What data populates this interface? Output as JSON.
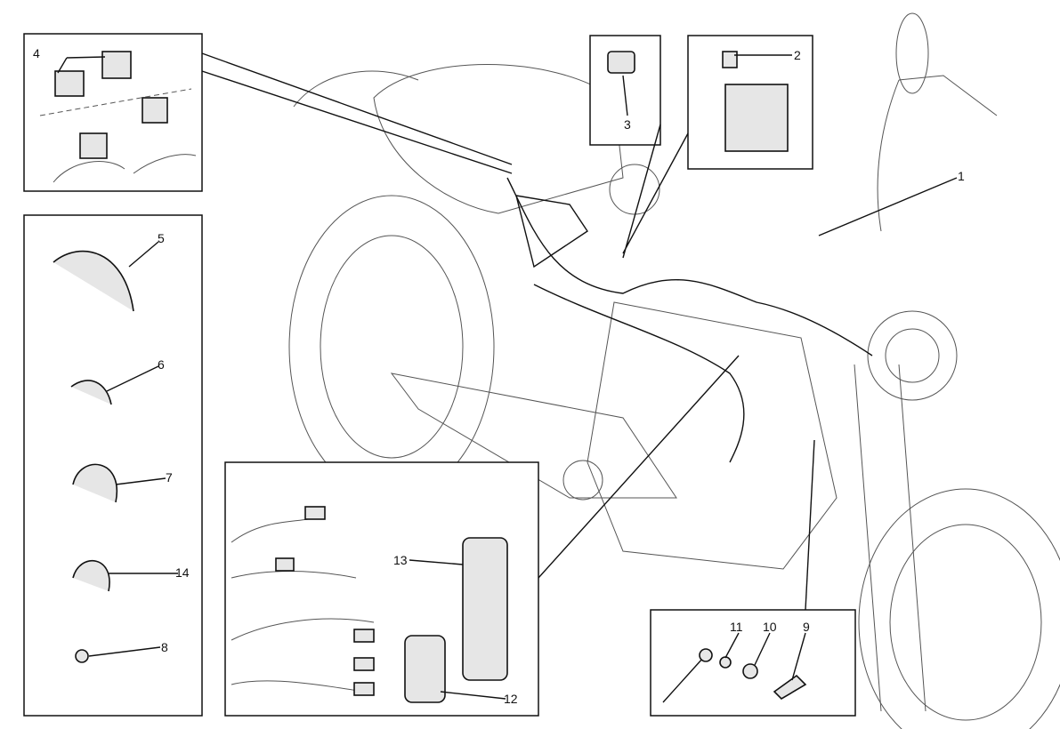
{
  "diagram": {
    "title": "Wiring harness exploded view",
    "callouts": [
      "1",
      "2",
      "3",
      "4",
      "5",
      "6",
      "7",
      "14",
      "8",
      "13",
      "12",
      "11",
      "10",
      "9"
    ],
    "colors": {
      "line": "#111111",
      "fill": "#e6e6e6",
      "background": "#ffffff"
    }
  }
}
